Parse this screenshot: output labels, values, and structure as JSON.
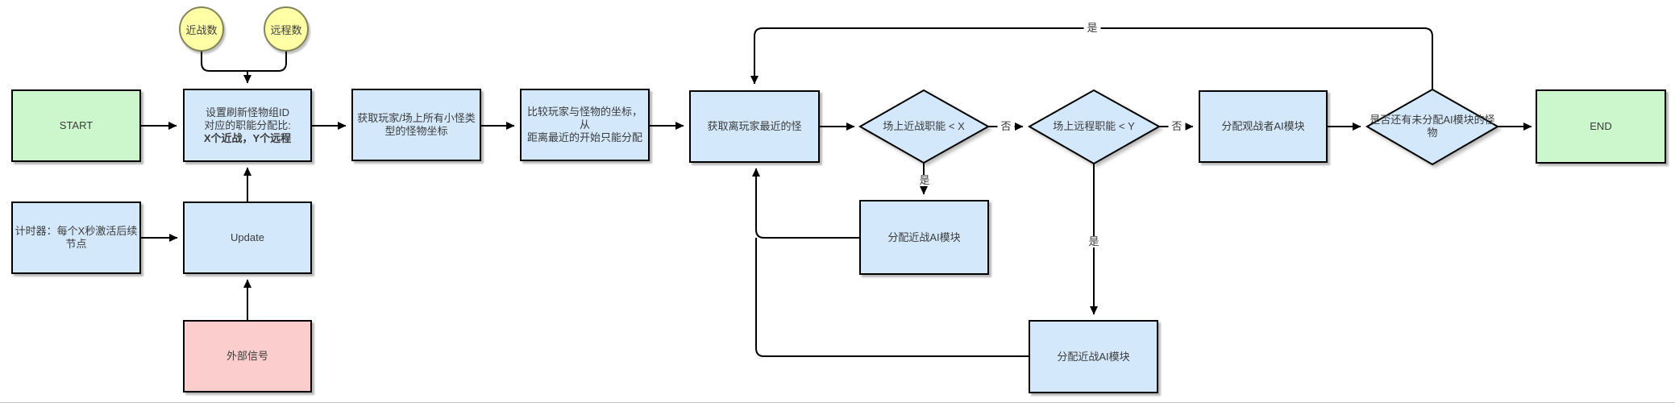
{
  "diagram_title": "monster-ai-assignment-flowchart",
  "colors": {
    "node_green": "#ccf7cc",
    "node_blue": "#d4e8fb",
    "node_pink": "#fbcdcd",
    "node_yellow": "#ffffa6",
    "border": "#000000",
    "connector": "#000000",
    "text": "#3b3b3b"
  },
  "nodes": {
    "start": {
      "label": "START"
    },
    "end": {
      "label": "END"
    },
    "melee_count": {
      "label": "近战数"
    },
    "ranged_count": {
      "label": "远程数"
    },
    "setup": {
      "line1": "设置刷新怪物组ID",
      "line2": "对应的职能分配比:",
      "line3": "X个近战，Y个远程"
    },
    "timer": {
      "line1": "计时器：每个X秒激活后续",
      "line2": "节点"
    },
    "update": {
      "label": "Update"
    },
    "external_signal": {
      "label": "外部信号"
    },
    "get_coords": {
      "line1": "获取玩家/场上所有小怪类",
      "line2": "型的怪物坐标"
    },
    "compare": {
      "line1": "比较玩家与怪物的坐标，从",
      "line2": "距离最近的开始只能分配"
    },
    "get_nearest": {
      "label": "获取离玩家最近的怪"
    },
    "melee_check": {
      "label": "场上近战职能 < X"
    },
    "ranged_check": {
      "label": "场上远程职能 < Y"
    },
    "assign_spectator": {
      "label": "分配观战者AI模块"
    },
    "assign_melee_1": {
      "label": "分配近战AI模块"
    },
    "assign_melee_2": {
      "label": "分配近战AI模块"
    },
    "remaining_check": {
      "line1": "是否还有未分配AI模块的怪",
      "line2": "物"
    }
  },
  "edge_labels": {
    "no_melee": "否",
    "no_ranged": "否",
    "yes_top_loop": "是",
    "yes_melee": "是",
    "yes_ranged": "是"
  }
}
